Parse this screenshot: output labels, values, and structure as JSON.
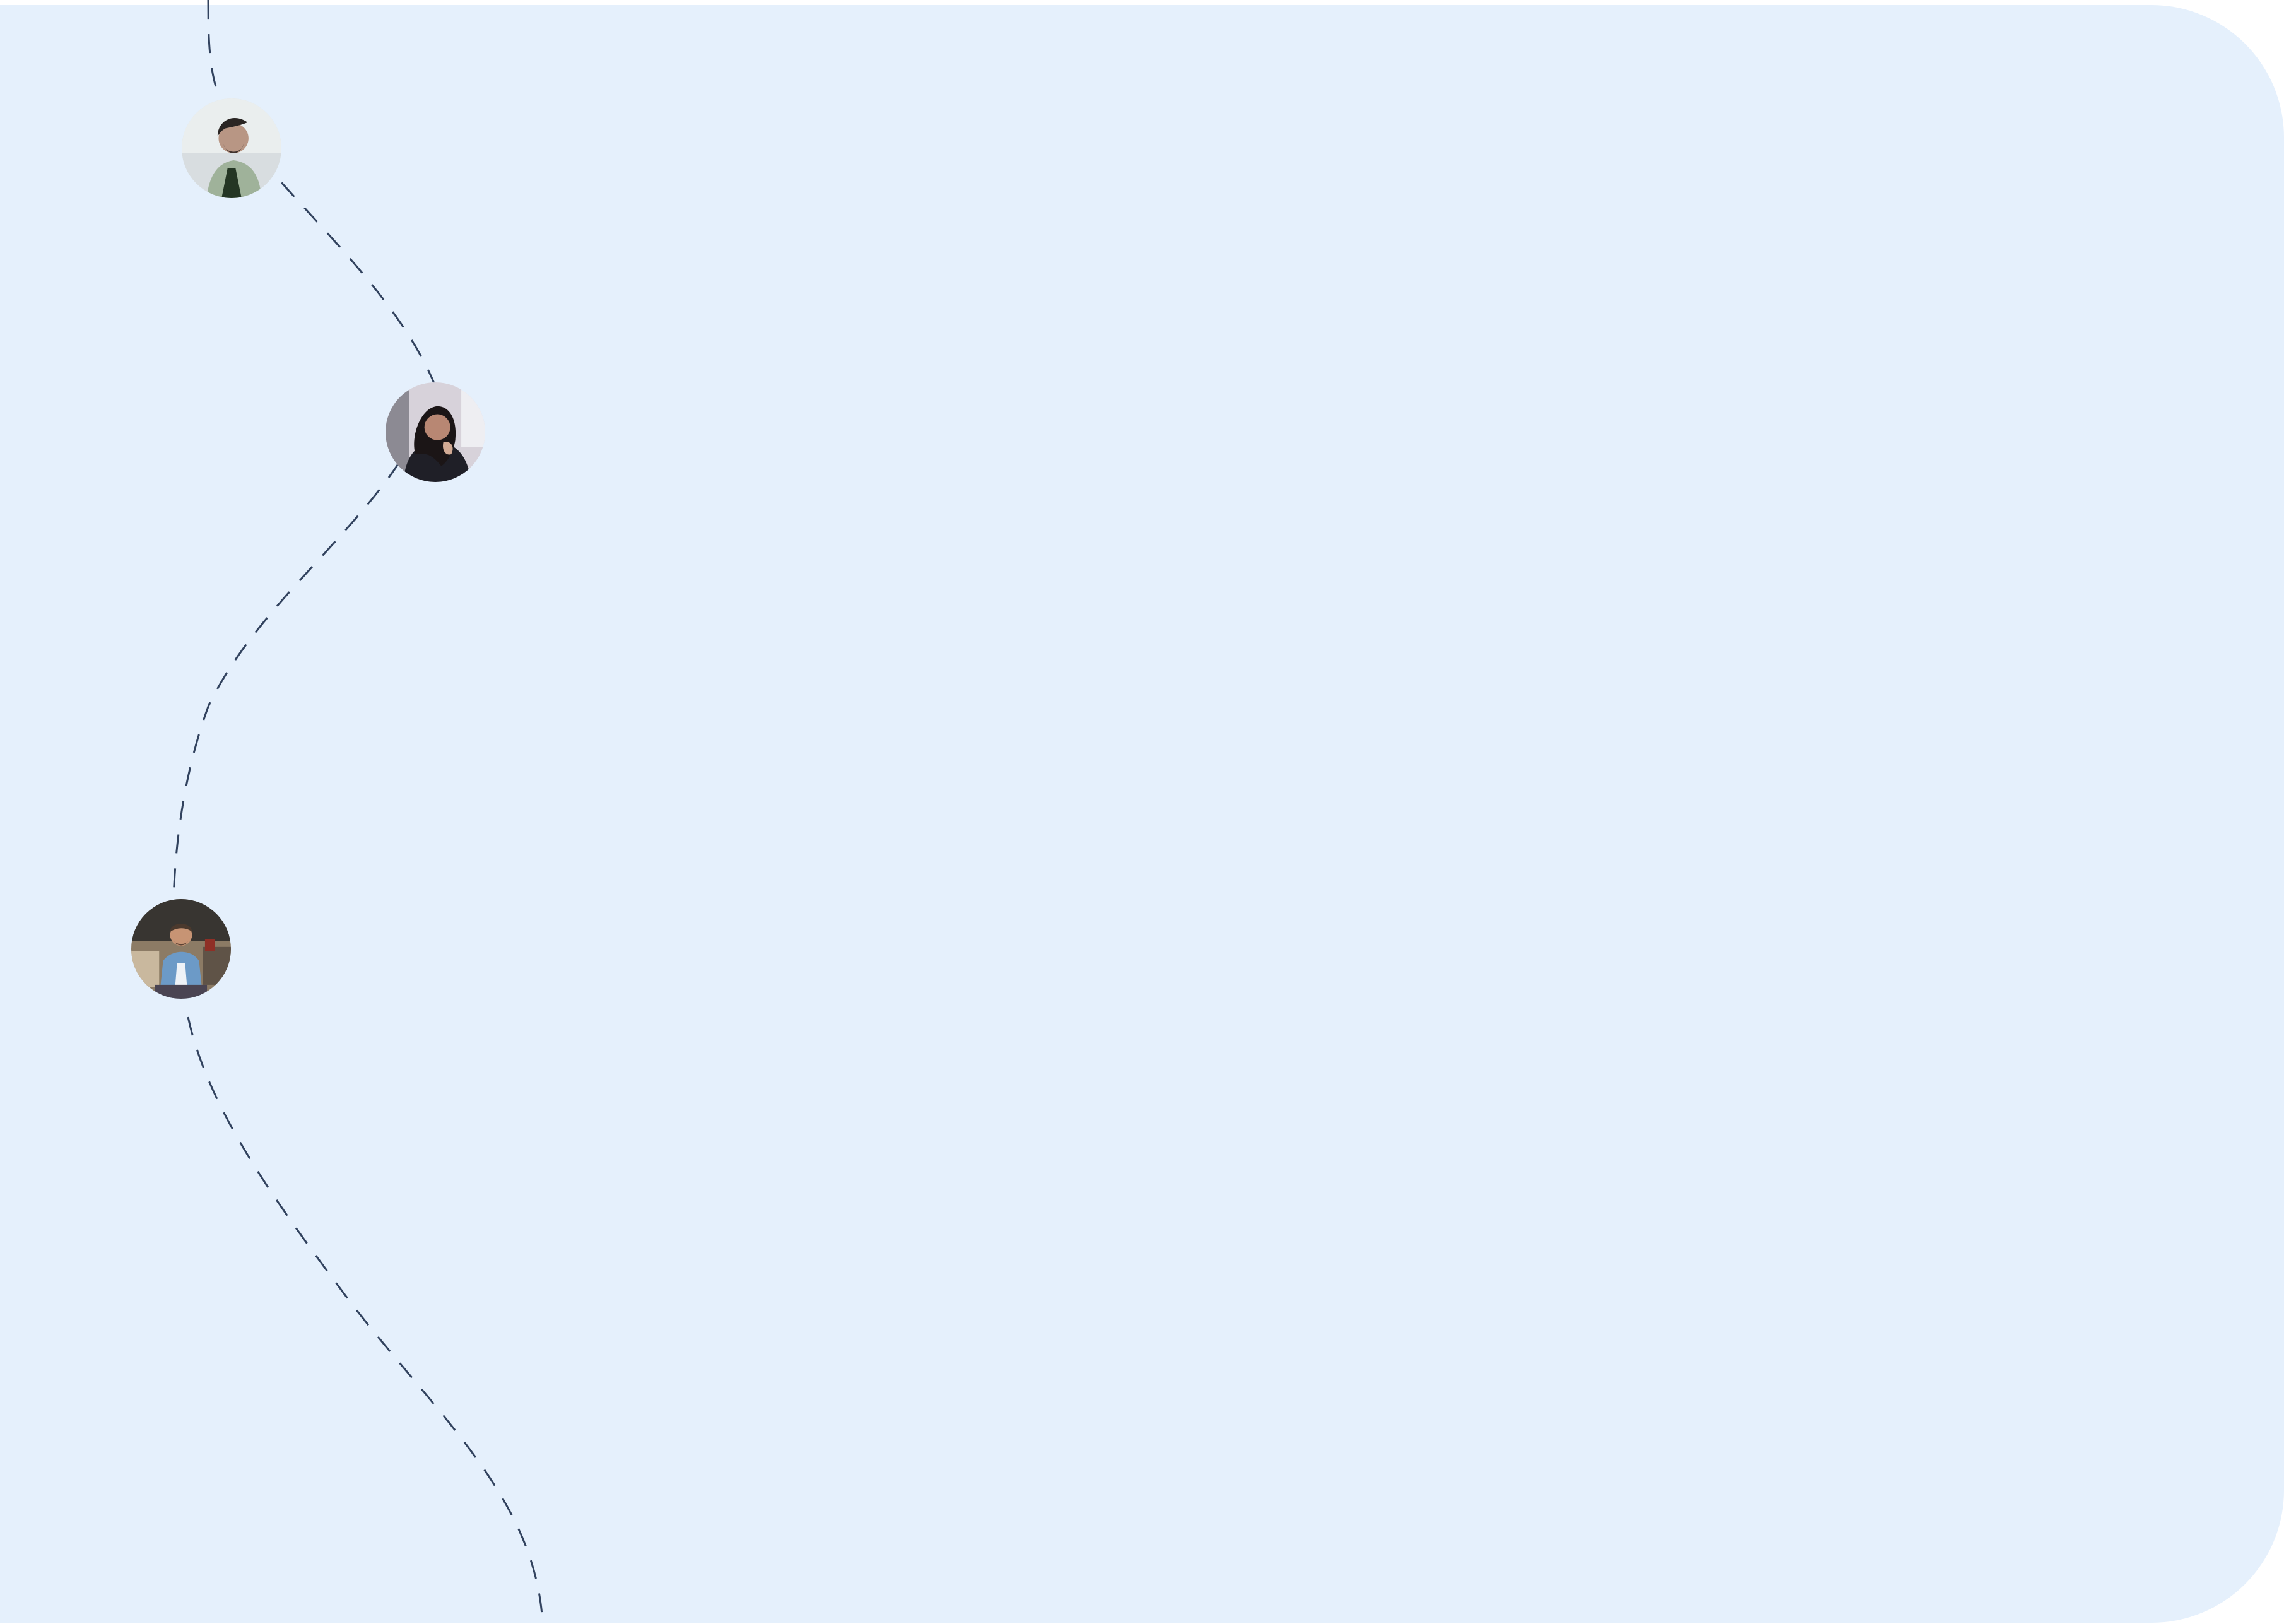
{
  "colors": {
    "panel_background": "#e5f0fc",
    "route_line": "#31425e"
  },
  "avatars": [
    {
      "name": "person-1-avatar",
      "description_icon": "user-photo"
    },
    {
      "name": "person-2-avatar",
      "description_icon": "user-photo"
    },
    {
      "name": "person-3-avatar",
      "description_icon": "user-photo"
    }
  ]
}
